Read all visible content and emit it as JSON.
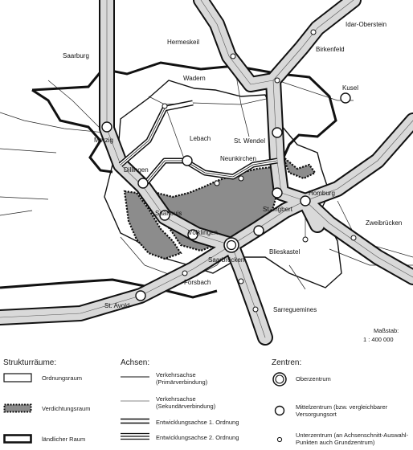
{
  "places": {
    "saarburg": "Saarburg",
    "hermeskeil": "Hermeskeil",
    "idar": "Idar-Oberstein",
    "birkenfeld": "Birkenfeld",
    "wadern": "Wadern",
    "kusel": "Kusel",
    "merzig": "Merzig",
    "lebach": "Lebach",
    "stwendel": "St. Wendel",
    "neunkirchen": "Neunkirchen",
    "dillingen": "Dillingen",
    "homburg": "Homburg",
    "saarlouis": "Saarlouis",
    "stingbert": "St. Ingbert",
    "zweibruecken": "Zweibrücken",
    "voelklingen": "Völklingen",
    "saarbruecken": "Saarbrücken",
    "blieskastel": "Blieskastel",
    "forsbach": "Forsbach",
    "stavold": "St. Avold",
    "sarreguemines": "Sarreguemines"
  },
  "scale": {
    "label": "Maßstab:",
    "value": "1 : 400 000"
  },
  "legend": {
    "struktur": {
      "title": "Strukturräume:",
      "ordnung": "Ordnungsraum",
      "verdichtung": "Verdichtungsraum",
      "laendlich": "ländlicher Raum"
    },
    "achsen": {
      "title": "Achsen:",
      "primaer": "Verkehrsachse (Primärverbindung)",
      "sekundaer": "Verkehrsachse (Sekundärverbindung)",
      "ea1": "Entwicklungsachse 1. Ordnung",
      "ea2": "Entwicklungsachse 2. Ordnung"
    },
    "zentren": {
      "title": "Zentren:",
      "ober": "Oberzentrum",
      "mittel": "Mittelzentrum (bzw. vergleichbarer Versorgungsort",
      "unter": "Unterzentrum (an Achsenschnitt-Auswahl-Punkten auch Grundzentrum)"
    }
  },
  "colors": {
    "verdichtung_fill": "#8c8c8c",
    "axis_fill": "#d9d9d9",
    "ink": "#111111"
  }
}
